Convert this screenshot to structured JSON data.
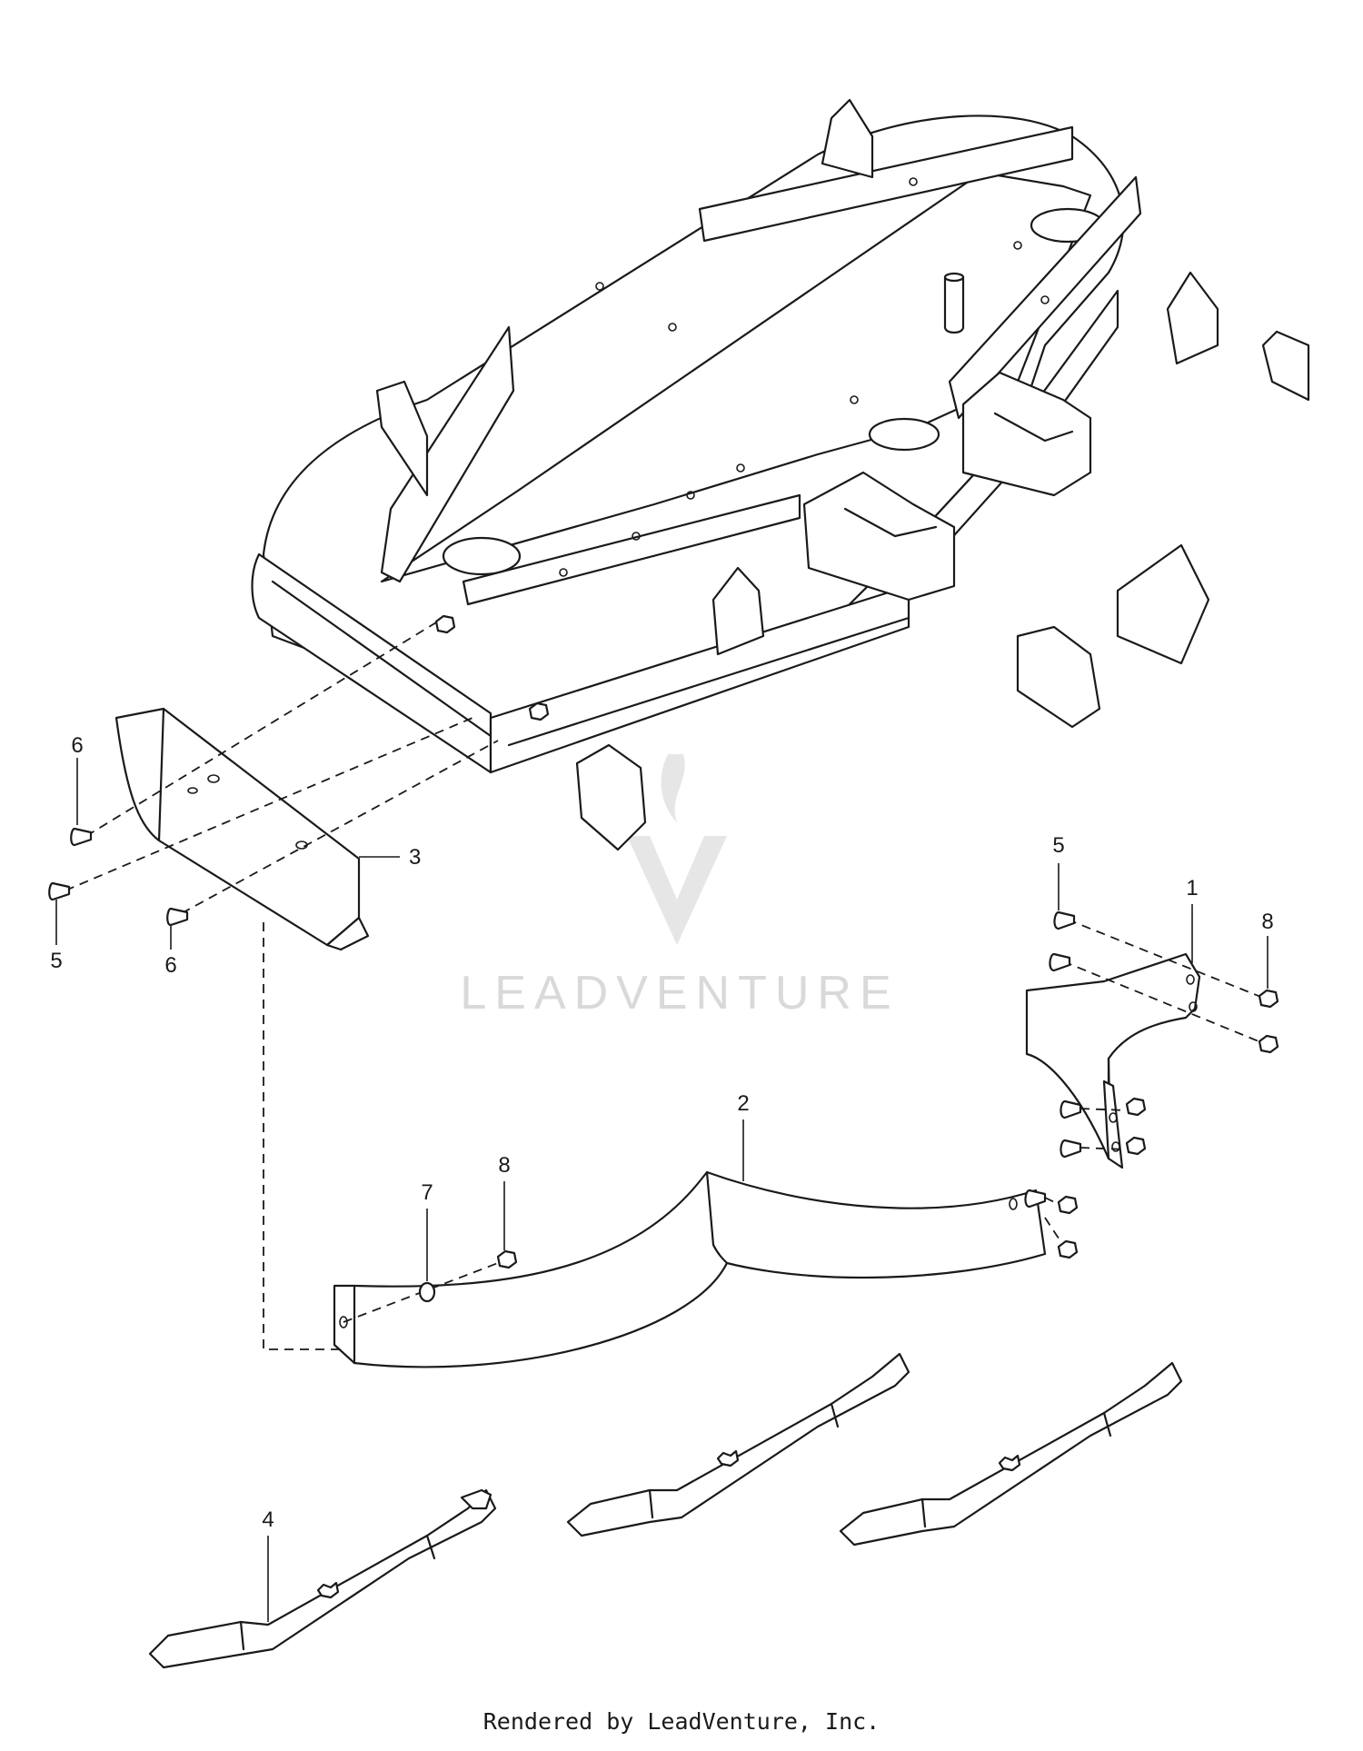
{
  "callouts": {
    "c1": "1",
    "c2": "2",
    "c3": "3",
    "c4": "4",
    "c5a": "5",
    "c5b": "5",
    "c6a": "6",
    "c6b": "6",
    "c7": "7",
    "c8a": "8",
    "c8b": "8"
  },
  "watermark": {
    "text": "LEADVENTURE"
  },
  "footer": {
    "text": "Rendered by LeadVenture, Inc."
  }
}
